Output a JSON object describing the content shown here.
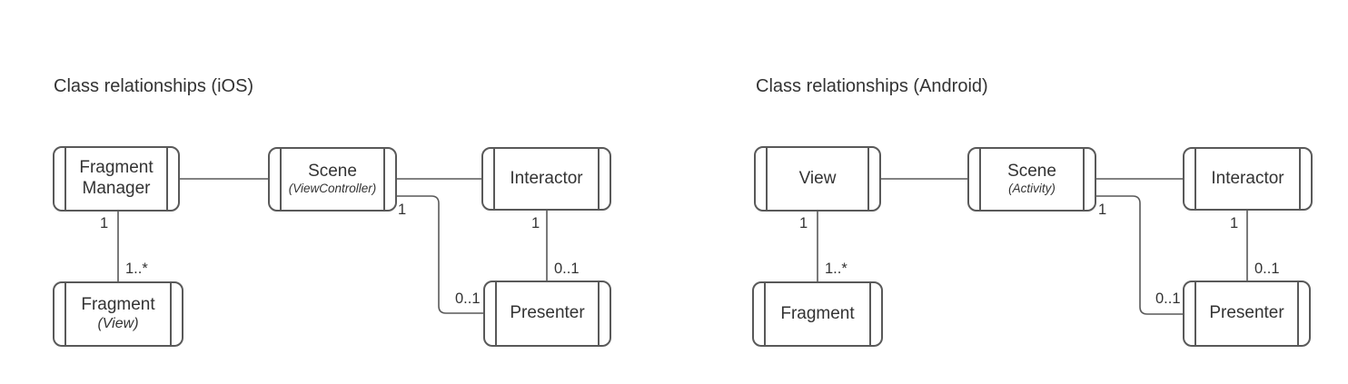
{
  "colors": {
    "stroke": "#595959",
    "text": "#333333"
  },
  "diagrams": [
    {
      "title": "Class relationships (iOS)",
      "nodes": {
        "fragment_manager": {
          "label": "Fragment Manager"
        },
        "scene": {
          "label": "Scene",
          "sublabel": "(ViewController)"
        },
        "interactor": {
          "label": "Interactor"
        },
        "fragment": {
          "label": "Fragment",
          "sublabel": "(View)"
        },
        "presenter": {
          "label": "Presenter"
        }
      },
      "connections": [
        {
          "from": "Fragment Manager",
          "to": "Scene"
        },
        {
          "from": "Scene",
          "to": "Interactor"
        },
        {
          "from": "Scene",
          "to": "Presenter",
          "source_label": "1",
          "target_label": "0..1"
        },
        {
          "from": "Interactor",
          "to": "Presenter",
          "source_label": "1",
          "target_label": "0..1"
        },
        {
          "from": "Fragment Manager",
          "to": "Fragment",
          "source_label": "1",
          "target_label": "1..*"
        }
      ]
    },
    {
      "title": "Class relationships (Android)",
      "nodes": {
        "view": {
          "label": "View"
        },
        "scene": {
          "label": "Scene",
          "sublabel": "(Activity)"
        },
        "interactor": {
          "label": "Interactor"
        },
        "fragment": {
          "label": "Fragment"
        },
        "presenter": {
          "label": "Presenter"
        }
      },
      "connections": [
        {
          "from": "View",
          "to": "Scene"
        },
        {
          "from": "Scene",
          "to": "Interactor"
        },
        {
          "from": "Scene",
          "to": "Presenter",
          "source_label": "1",
          "target_label": "0..1"
        },
        {
          "from": "Interactor",
          "to": "Presenter",
          "source_label": "1",
          "target_label": "0..1"
        },
        {
          "from": "View",
          "to": "Fragment",
          "source_label": "1",
          "target_label": "1..*"
        }
      ]
    }
  ]
}
